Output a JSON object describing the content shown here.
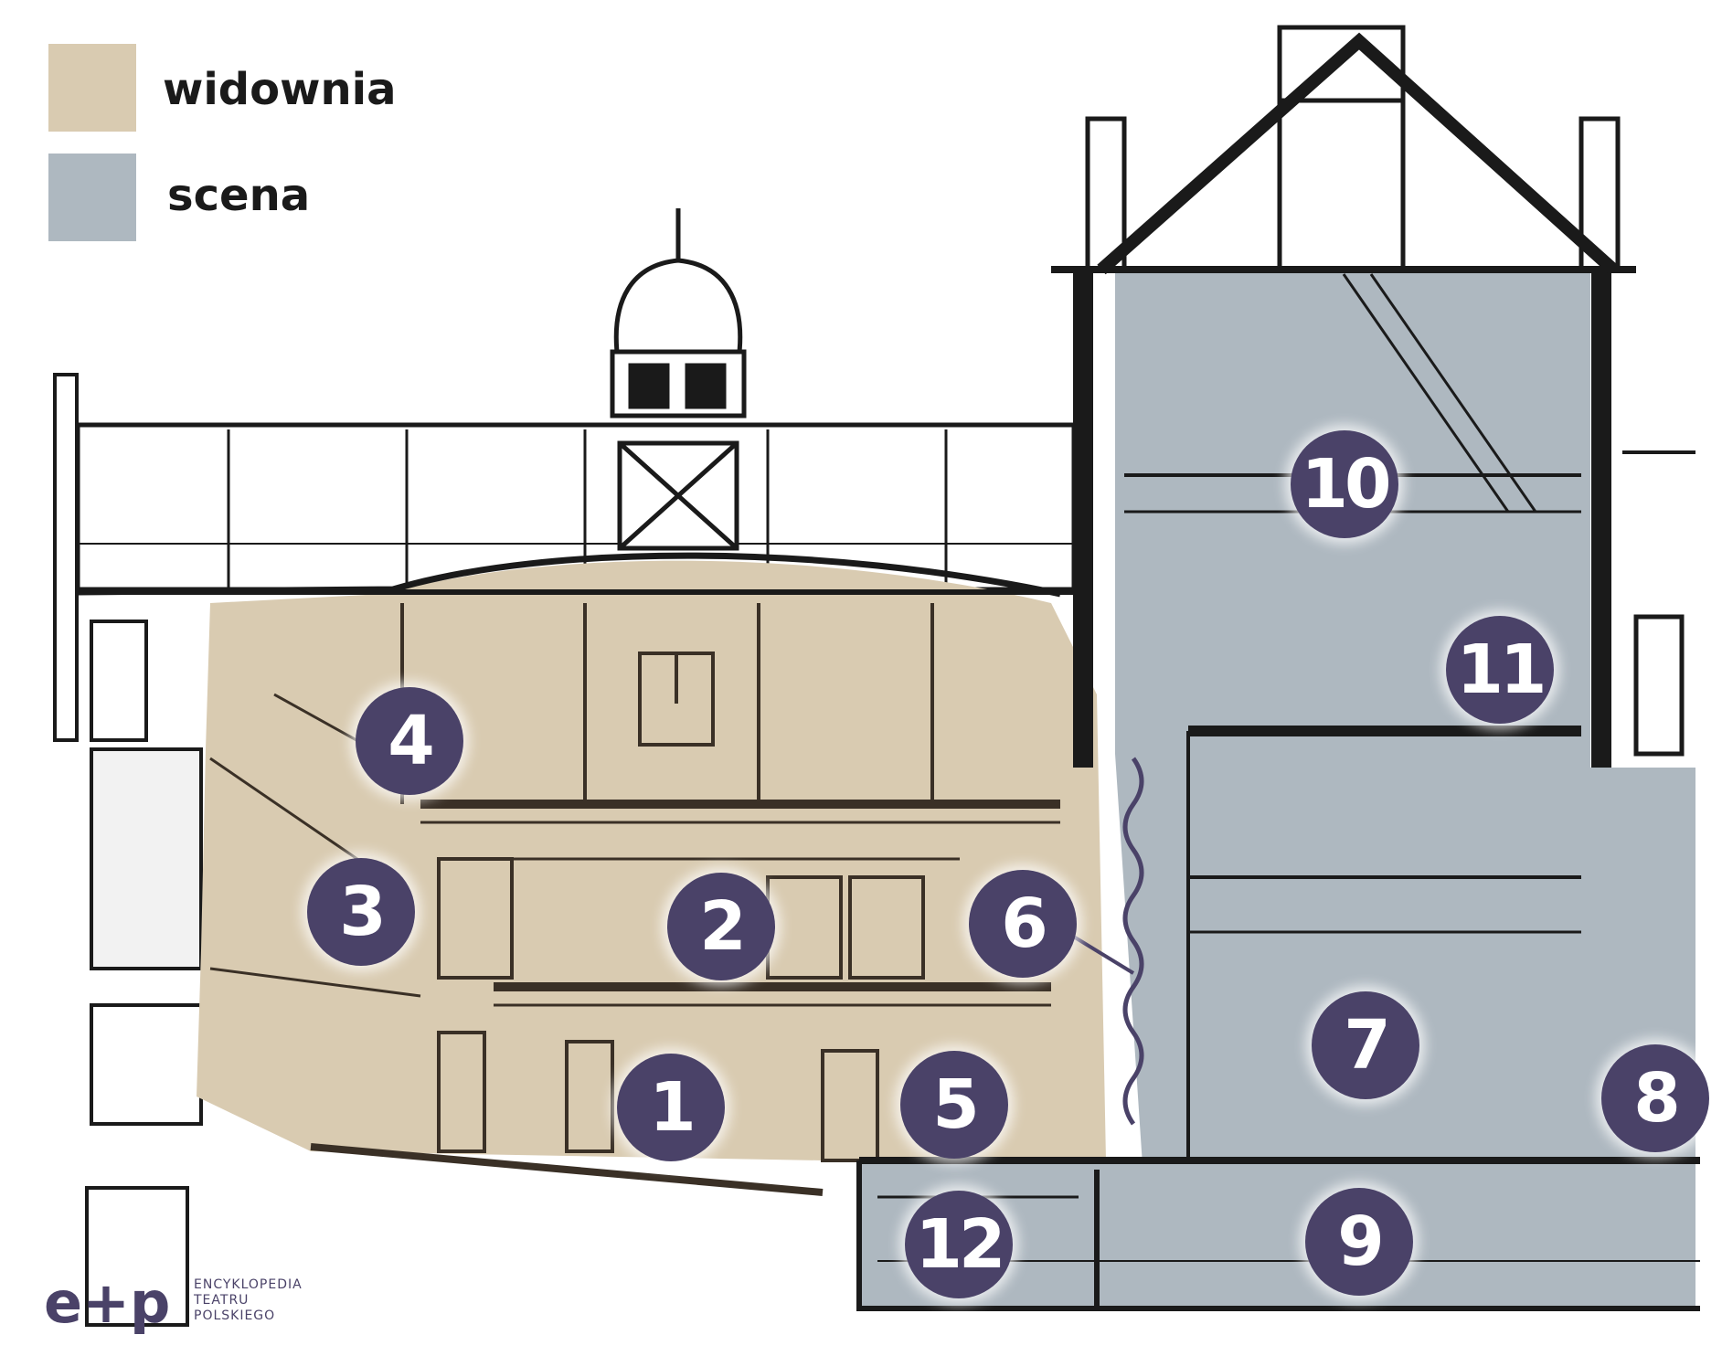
{
  "legend": {
    "items": [
      {
        "label": "widownia",
        "color": "#d9cbb1"
      },
      {
        "label": "scena",
        "color": "#aeb8c0"
      }
    ]
  },
  "markers": [
    "1",
    "2",
    "3",
    "4",
    "5",
    "6",
    "7",
    "8",
    "9",
    "10",
    "11",
    "12"
  ],
  "brand": {
    "mark": "e+p",
    "line1": "ENCYKLOPEDIA",
    "line2": "TEATRU",
    "line3": "POLSKIEGO"
  },
  "colors": {
    "auditorium": "#d9cbb1",
    "stage": "#aeb8c0",
    "marker": "#4a4268",
    "drawing": "#1a1a1a"
  }
}
